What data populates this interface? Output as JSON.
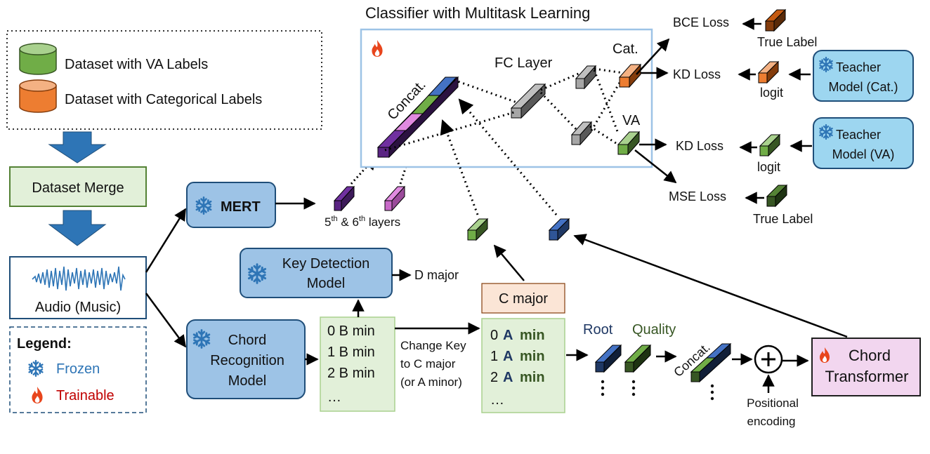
{
  "title": "Classifier with Multitask Learning",
  "datasets": {
    "va": "Dataset with VA Labels",
    "cat": "Dataset with Categorical Labels"
  },
  "dataset_merge": "Dataset Merge",
  "audio": "Audio (Music)",
  "legend": {
    "title": "Legend:",
    "frozen": "Frozen",
    "trainable": "Trainable"
  },
  "mert": {
    "label": "MERT",
    "layers_label": "5",
    "layers_sup1": "th",
    "layers_mid": " & 6",
    "layers_sup2": "th",
    "layers_end": " layers"
  },
  "key_detection": {
    "line1": "Key Detection",
    "line2": "Model",
    "output": "D major"
  },
  "chord_recognition": {
    "line1": "Chord",
    "line2": "Recognition",
    "line3": "Model"
  },
  "chords_orig": [
    "0 B min",
    "1 B min",
    "2 B min",
    "…"
  ],
  "change_key": [
    "Change Key",
    "to C major",
    "(or A minor)"
  ],
  "c_major": "C major",
  "chords_trans": {
    "idx": [
      "0",
      "1",
      "2"
    ],
    "root": "A",
    "quality": "min",
    "ellipsis": "…"
  },
  "root_label": "Root",
  "quality_label": "Quality",
  "concat": "Concat.",
  "positional": [
    "Positional",
    "encoding"
  ],
  "chord_transformer": [
    "Chord",
    "Transformer"
  ],
  "classifier": {
    "concat": "Concat.",
    "fc_layer": "FC Layer",
    "cat": "Cat.",
    "va": "VA"
  },
  "losses": {
    "bce": "BCE Loss",
    "kd_cat": "KD Loss",
    "kd_va": "KD Loss",
    "mse": "MSE Loss"
  },
  "labels": {
    "true_top": "True Label",
    "logit_cat": "logit",
    "logit_va": "logit",
    "true_bottom": "True Label"
  },
  "teachers": {
    "cat_line1": "Teacher",
    "cat_line2": "Model (Cat.)",
    "va_line1": "Teacher",
    "va_line2": "Model (VA)"
  },
  "colors": {
    "blue_box": "#b7d4ee",
    "blue_border": "#1f4e79",
    "green_box": "#e2f0d9",
    "green_border": "#548235",
    "pink_box": "#f2d6ef",
    "peach_box": "#fbe5d6",
    "dark_blue_text": "#1f3864",
    "dark_green_text": "#375623",
    "frozen_blue": "#2e75b6",
    "trainable_red": "#c00000",
    "arrow_blue": "#2e75b6"
  }
}
